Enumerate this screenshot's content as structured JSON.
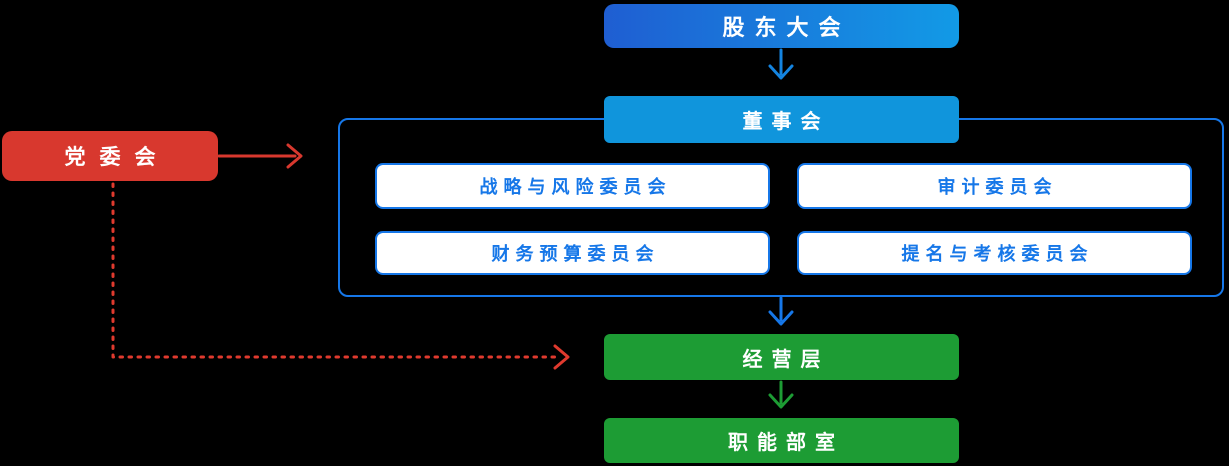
{
  "diagram": {
    "type": "org-chart",
    "colors": {
      "background": "#000000",
      "shareholders_gradient_start": "#1f5ed2",
      "shareholders_gradient_end": "#129ae6",
      "board_blue": "#1095dc",
      "committee_border_blue": "#1677e8",
      "arrow_blue": "#1484e0",
      "green": "#1d9c34",
      "red": "#d8382e",
      "committee_text_blue": "#1677e8",
      "node_text": "#ffffff"
    },
    "nodes": {
      "shareholders_meeting": {
        "label": "股东大会"
      },
      "board_of_directors": {
        "label": "董事会"
      },
      "party_committee": {
        "label": "党委会"
      },
      "committees": [
        {
          "label": "战略与风险委员会"
        },
        {
          "label": "审计委员会"
        },
        {
          "label": "财务预算委员会"
        },
        {
          "label": "提名与考核委员会"
        }
      ],
      "management": {
        "label": "经营层"
      },
      "functional_departments": {
        "label": "职能部室"
      }
    },
    "edges": [
      {
        "from": "股东大会",
        "to": "董事会",
        "style": "solid",
        "color": "#1484e0"
      },
      {
        "from": "董事会/专门委员会",
        "to": "经营层",
        "style": "solid",
        "color": "#1677e8"
      },
      {
        "from": "经营层",
        "to": "职能部室",
        "style": "solid",
        "color": "#1d9c34"
      },
      {
        "from": "党委会",
        "to": "董事会专门委员会",
        "style": "solid",
        "color": "#d8382e"
      },
      {
        "from": "党委会",
        "to": "经营层",
        "style": "dotted",
        "color": "#e03a2e"
      }
    ]
  }
}
